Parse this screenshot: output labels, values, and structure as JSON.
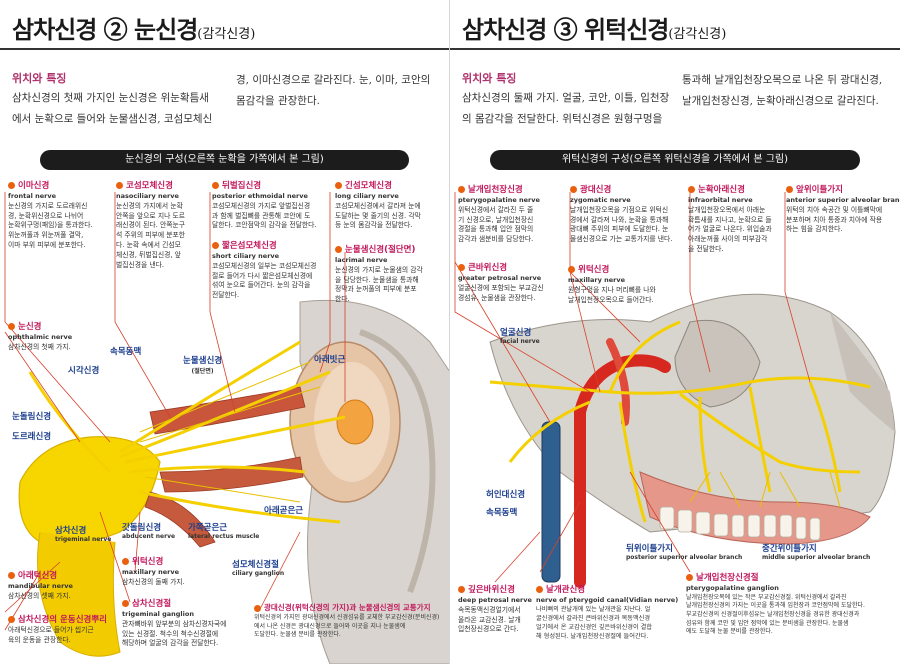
{
  "left": {
    "title": "삼차신경 ② 눈신경",
    "title_sub": "(감각신경)",
    "section_label": "위치와 특징",
    "intro_lines": [
      "삼차신경의 첫째 가지인 눈신경은 위눈확틈새",
      "에서 눈확으로 들어와 눈물샘신경, 코섬모체신"
    ],
    "intro_col2_lines": [
      "경, 이마신경으로 갈라진다. 눈, 이마, 코안의",
      "몸감각을 관장한다."
    ],
    "figure_title": "눈신경의 구성(오른쪽 눈확을 가쪽에서 본 그림)",
    "callouts": [
      {
        "title": "이마신경",
        "en": "frontal nerve",
        "body": [
          "눈신경의 가지로 도르래위신",
          "경, 눈확위신경으로 나뉘어",
          "눈확위구멍(패임)을 통과한다.",
          "위눈꺼풀과 위눈꺼풀 결막,",
          "이마 부위 피부에 분포한다."
        ]
      },
      {
        "title": "코섬모체신경",
        "en": "nasociliary nerve",
        "body": [
          "눈신경의 가지에서 눈확",
          "안쪽을 앞으로 지나 도르",
          "래신경이 된다. 안쪽눈구",
          "석 주위의 피부에 분포한",
          "다. 눈확 속에서 긴섬모",
          "체신경, 뒤벌집신경, 앞",
          "벌집신경을 낸다."
        ]
      },
      {
        "title": "뒤벌집신경",
        "en": "posterior ethmoidal nerve",
        "body": [
          "코섬모체신경의 가지로 앞벌집신경",
          "과 함께 벌집뼈를 관통해 코안에 도",
          "달한다. 코안점막의 감각을 전달한다."
        ]
      },
      {
        "title": "짧은섬모체신경",
        "en": "short ciliary nerve",
        "body": [
          "코섬모체신경의 일부는 코섬모체신경",
          "절로 들어가 다시 짧은섬모체신경에",
          "섞여 눈으로 들어간다. 눈의 감각을",
          "전달한다."
        ]
      },
      {
        "title": "긴섬모체신경",
        "en": "long ciliary nerve",
        "body": [
          "코섬모체신경에서 갈라져 눈에",
          "도달하는 몇 줄기의 신경. 각막",
          "등 눈의 몸감각을 전달한다."
        ]
      },
      {
        "title": "눈물샘신경(절단면)",
        "en": "lacrimal nerve",
        "body": [
          "눈신경의 가지로 눈물샘의 감각",
          "을 담당한다. 눈물샘을 통과해",
          "정막과 눈꺼풀의 피부에 분포",
          "한다."
        ]
      },
      {
        "title": "눈신경",
        "en": "ophthalmic nerve",
        "body": [
          "삼차신경의 첫째 가지."
        ]
      },
      {
        "title": "위턱신경",
        "en": "maxillary nerve",
        "body": [
          "삼차신경의 둘째 가지."
        ]
      },
      {
        "title": "아래턱신경",
        "en": "mandibular nerve",
        "body": [
          "삼차신경의 셋째 가지."
        ]
      },
      {
        "title": "삼차신경절",
        "en": "trigeminal ganglion",
        "body": [
          "관자뼈바위 앞부분의 삼차신경자국에",
          "있는 신경절. 척수의 척수신경절에",
          "해당하며 얼굴의 감각을 전달한다."
        ]
      },
      {
        "title": "삼차신경의 운동신경뿌리",
        "en": "",
        "body": [
          "아래턱신경으로 들어가 씹기근",
          "육의 운동을 관장한다."
        ]
      },
      {
        "title": "광대신경(위턱신경의 가지)과 눈물샘신경의 교통가지",
        "en": "",
        "body": [
          "위턱신경의 가지인 광대신경에서 신경섬유를 교체한 부교감신경(분비신경)",
          "에서 나온 신경은 광대신경으로 들어와 이곳을 지나 눈물샘에",
          "도달한다. 눈물샘 분비를 관장한다."
        ]
      }
    ],
    "labels": [
      {
        "name": "속목동맥",
        "en": ""
      },
      {
        "name": "시각신경",
        "en": ""
      },
      {
        "name": "눈돌림신경",
        "en": ""
      },
      {
        "name": "도르래신경",
        "en": ""
      },
      {
        "name": "눈물샘신경",
        "en": "(절단면)"
      },
      {
        "name": "아래빗근",
        "en": ""
      },
      {
        "name": "삼차신경",
        "en": "trigeminal nerve"
      },
      {
        "name": "갓돌림신경",
        "en": "abducent nerve"
      },
      {
        "name": "가쪽곧은근",
        "en": "lateral rectus muscle"
      },
      {
        "name": "아래곧은근",
        "en": ""
      },
      {
        "name": "섬모체신경절",
        "en": "ciliary ganglion"
      }
    ]
  },
  "right": {
    "title": "삼차신경 ③ 위턱신경",
    "title_sub": "(감각신경)",
    "section_label": "위치와 특징",
    "intro_lines": [
      "삼차신경의 둘째 가지. 얼굴, 코안, 이틀, 입천장",
      "의 몸감각을 전달한다. 위턱신경은 원형구멍을"
    ],
    "intro_col2_lines": [
      "통과해 날개입천장오목으로 나온 뒤 광대신경,",
      "날개입천장신경, 눈확아래신경으로 갈라진다."
    ],
    "figure_title": "위턱신경의 구성(오른쪽 위턱신경을 가쪽에서 본 그림)",
    "callouts": [
      {
        "title": "날개입천장신경",
        "en": "pterygopalatine nerve",
        "body": [
          "위턱신경에서 갈라진 두 줄",
          "기 신경으로, 날개입천장신",
          "경절을 통과해 입안 점막의",
          "감각과 샘분비를 담당한다."
        ]
      },
      {
        "title": "광대신경",
        "en": "zygomatic nerve",
        "body": [
          "날개입천장오목을 기점으로 위턱신",
          "경에서 갈라져 나와, 눈확을 통과해",
          "광대뼈 주위의 피부에 도달한다. 눈",
          "물샘신경으로 가는 교통가지를 낸다."
        ]
      },
      {
        "title": "눈확아래신경",
        "en": "infraorbital nerve",
        "body": [
          "날개입천장오목에서 아래눈",
          "확틈새를 지나고, 눈확으로 들",
          "어가 얼굴로 나온다. 위입술과",
          "아래눈꺼풀 사이의 피부감각",
          "을 전달한다."
        ]
      },
      {
        "title": "앞위이틀가지",
        "en": "anterior superior alveolar branch",
        "body": [
          "위턱의 치아 속공간 및 이틀뼈막에",
          "분포하며 치아 통증과 치아에 작용",
          "하는 힘을 감지한다."
        ]
      },
      {
        "title": "큰바위신경",
        "en": "greater petrosal nerve",
        "body": [
          "얼굴신경에 포함되는 부교감신",
          "경섬유. 눈물샘을 관장한다."
        ]
      },
      {
        "title": "위턱신경",
        "en": "maxillary nerve",
        "body": [
          "원형구멍을 지나 머리뼈를 나와",
          "날개입천장오목으로 들어간다."
        ]
      },
      {
        "title": "깊은바위신경",
        "en": "deep petrosal nerve",
        "body": [
          "속목동맥신경얼기에서",
          "올라온 교감신경. 날개",
          "입천장신경으로 간다."
        ]
      },
      {
        "title": "날개관신경",
        "en": "nerve of pterygoid canal(Vidian nerve)",
        "body": [
          "나비뼈의 관날개에 있는 날개관을 지난다. 얼",
          "굴신경에서 갈라진 큰바위신경과 목동맥신경",
          "얼기에서 온 교감신경인 깊은바위신경이 결합",
          "해 형성된다. 날개입천장신경절에 들어간다."
        ]
      },
      {
        "title": "날개입천장신경절",
        "en": "pterygopalatine ganglion",
        "body": [
          "날개입천장오목에 있는 작은 부교감신경절. 위턱신경에서 갈라진",
          "날개입천장신경의 가지는 이곳을 통과해 입천장과 코안점막에 도달한다.",
          "부교감신경의 신경절이후섬유는 날개입천장신경을 경유한 광대신경과",
          "섬유와 함께 코안 및 입안 점막에 있는 분비샘을 관장한다. 눈물샘",
          "에도 도달해 눈물 분비를 관장한다."
        ]
      }
    ],
    "labels": [
      {
        "name": "얼굴신경",
        "en": "facial nerve"
      },
      {
        "name": "허인대신경",
        "en": ""
      },
      {
        "name": "속목동맥",
        "en": ""
      },
      {
        "name": "뒤위이틀가지",
        "en": "posterior superior alveolar branch"
      },
      {
        "name": "중간위이틀가지",
        "en": "middle superior alveolar branch"
      }
    ]
  },
  "colors": {
    "accent_pink": "#c2185b",
    "dot_orange": "#e9600f",
    "nerve_yellow": "#f5d000",
    "muscle_red": "#c9553a",
    "artery_red": "#d6281e",
    "vein_blue": "#2f5f8f",
    "leader_red": "#d8402a"
  }
}
